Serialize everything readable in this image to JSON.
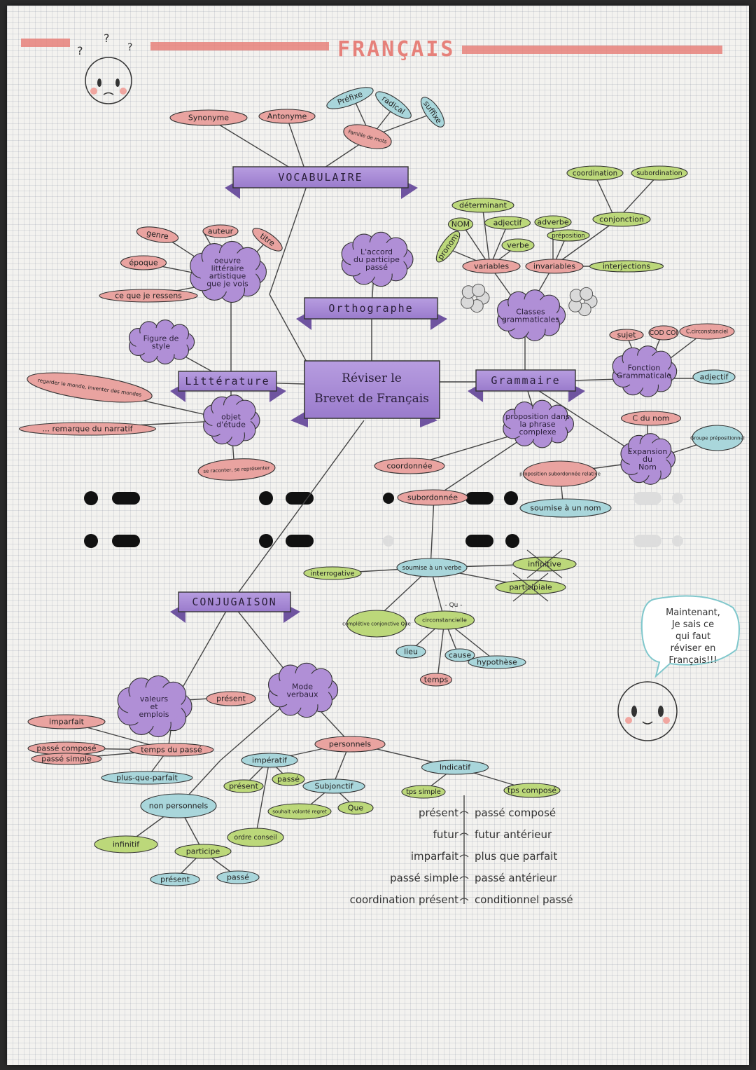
{
  "title": "FRANÇAIS",
  "center": {
    "line1": "Réviser le",
    "line2": "Brevet de Français"
  },
  "banners": {
    "vocabulaire": "VOCABULAIRE",
    "orthographe": "Orthographe",
    "litterature": "Littérature",
    "grammaire": "Grammaire",
    "conjugaison": "CONJUGAISON"
  },
  "clouds": {
    "oeuvre": [
      "oeuvre",
      "littéraire",
      "artistique",
      "que je vois"
    ],
    "accord": [
      "L'accord",
      "du participe",
      "passé"
    ],
    "classes": [
      "Classes",
      "grammaticales"
    ],
    "figure": [
      "Figure de",
      "style"
    ],
    "objet": [
      "objet",
      "d'étude"
    ],
    "fonction": [
      "Fonction",
      "Grammaticale"
    ],
    "proposition": [
      "proposition dans",
      "la phrase",
      "complexe"
    ],
    "expansion": [
      "Expansion",
      "du",
      "Nom"
    ],
    "valeurs": [
      "valeurs",
      "et",
      "emplois"
    ],
    "mode": [
      "Mode",
      "verbaux"
    ]
  },
  "nodes": {
    "synonyme": "Synonyme",
    "antonyme": "Antonyme",
    "prefixe": "Préfixe",
    "radical": "radical",
    "suffixe": "suffixe",
    "famille": "Famille de mots",
    "genre": "genre",
    "auteur": "auteur",
    "titre": "titre",
    "epoque": "époque",
    "ceque": "ce que je ressens",
    "regarder": "regarder le monde, inventer des mondes",
    "montrer": "se raconter, se représenter",
    "narratif": "... remarque du narratif",
    "coordination_top": "coordination",
    "subordination_top": "subordination",
    "determinant": "déterminant",
    "nom": "NOM",
    "adjectif": "adjectif",
    "adverbe": "adverbe",
    "conjonction": "conjonction",
    "preposition": "préposition",
    "pronom": "pronom",
    "verbe": "verbe",
    "variables": "variables",
    "invariables": "invariables",
    "interjection": "interjections",
    "sujet": "sujet",
    "cod": "COD COI",
    "ccirconst": "C.circonstanciel",
    "adjectif2": "adjectif",
    "cdunom": "C du nom",
    "groupe": "Groupe prépositionnel",
    "coordonnee": "coordonnée",
    "subordonnee": "subordonnée",
    "relative": "proposition subordonnée relative",
    "soumise_nom": "soumise à un nom",
    "interrogative": "interrogative",
    "soumise_verbe": "soumise à un verbe",
    "infinitive": "infinitive",
    "participiale": "participiale",
    "completive": "complétive conjonctive Que",
    "circonst": "circonstancielle",
    "qu": "- Qu -",
    "lieu": "lieu",
    "cause": "cause",
    "temps": "temps",
    "hypothese": "hypothèse",
    "imparfait": "imparfait",
    "passe_compose": "passé composé",
    "passe_simple": "passé simple",
    "temps_passe": "temps du passé",
    "present": "présent",
    "plus_que_parfait": "plus-que-parfait",
    "imperatif": "impératif",
    "present2": "présent",
    "passe2": "passé",
    "subjonctif": "Subjonctif",
    "personnels": "personnels",
    "indicatif": "Indicatif",
    "tps_simple": "tps simple",
    "tps_compose": "tps composé",
    "non_personnels": "non personnels",
    "infinitif": "infinitif",
    "participe": "participe",
    "present3": "présent",
    "passe3": "passé",
    "souhait": "souhait volonté regret",
    "que": "Que",
    "ordre": "ordre conseil"
  },
  "tenses": {
    "simple": [
      "présent",
      "futur",
      "imparfait",
      "passé simple",
      "coordination présent"
    ],
    "compose": [
      "passé composé",
      "futur antérieur",
      "plus que parfait",
      "passé antérieur",
      "conditionnel passé"
    ]
  },
  "bubble": [
    "Maintenant,",
    "Je sais ce",
    "qui faut",
    "réviser en",
    "Français!!!"
  ],
  "colors": {
    "pink": "#e9a3a0",
    "green": "#bcd87a",
    "blue": "#a9d6db",
    "purple": "#a98dd3",
    "cloud": "#b08fd6",
    "title": "#e6817a"
  }
}
